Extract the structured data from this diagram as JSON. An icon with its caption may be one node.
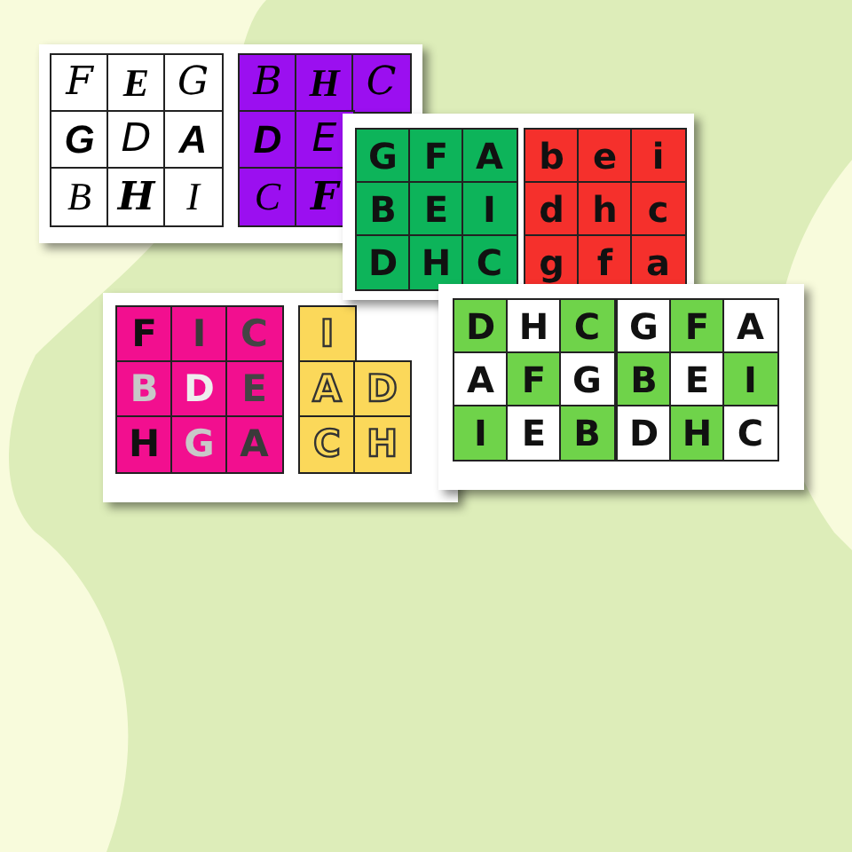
{
  "diagram": {
    "labels": [
      "F",
      "E",
      "G",
      "G",
      "D",
      "A",
      "B",
      "H",
      "I",
      "B",
      "H",
      "C",
      "D",
      "E",
      "C",
      "F",
      "G",
      "F",
      "A",
      "B",
      "E",
      "I",
      "D",
      "H",
      "C",
      "b",
      "e",
      "i",
      "d",
      "h",
      "c",
      "g",
      "f",
      "a",
      "F",
      "I",
      "C",
      "B",
      "D",
      "E",
      "H",
      "G",
      "A",
      "I",
      "A",
      "D",
      "C",
      "H",
      "D",
      "H",
      "C",
      "A",
      "F",
      "G",
      "I",
      "E",
      "B",
      "G",
      "F",
      "A",
      "B",
      "E",
      "I",
      "D",
      "H",
      "C"
    ]
  }
}
